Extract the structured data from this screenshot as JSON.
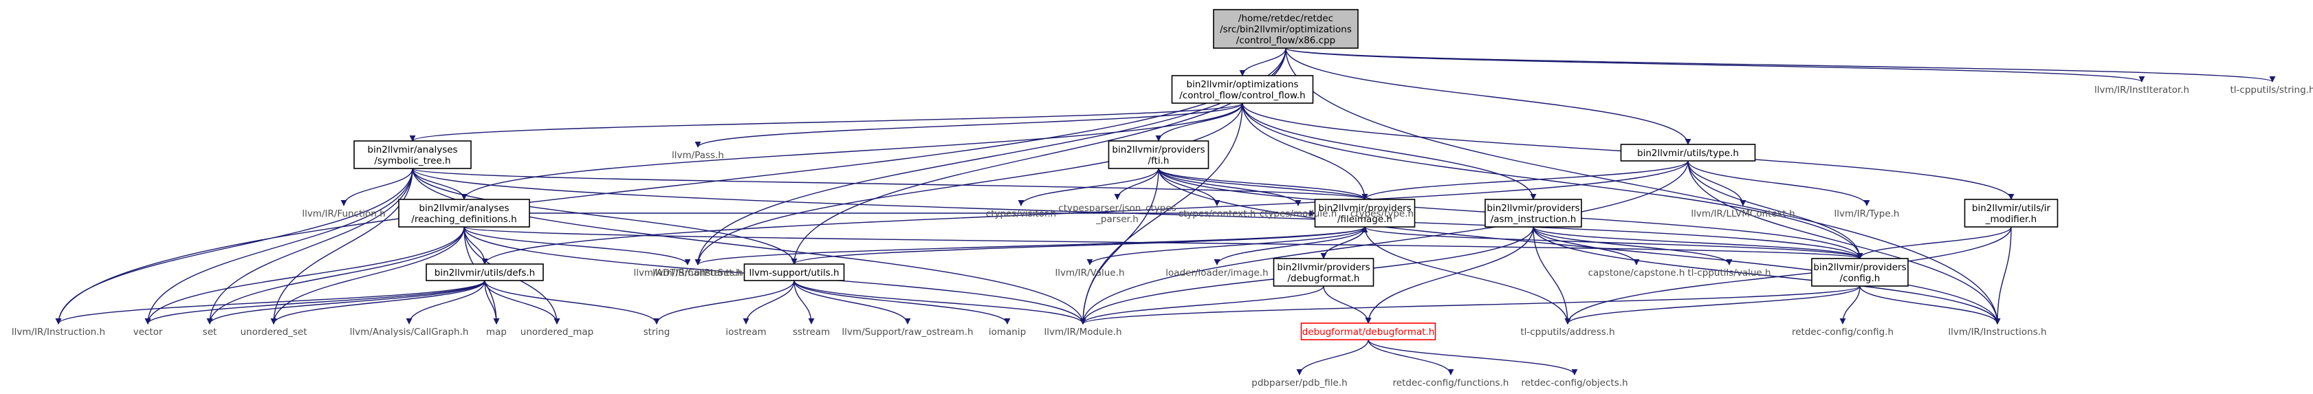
{
  "colors": {
    "edge": "#191970",
    "root_fill": "#bfbfbf",
    "red_node": "#ff0000",
    "external_text": "#4d4d4d"
  },
  "nodes": [
    {
      "id": "root",
      "lines": [
        "/home/retdec/retdec",
        "/src/bin2llvmir/optimizations",
        "/control_flow/x86.cpp"
      ],
      "style": "root"
    },
    {
      "id": "cf",
      "lines": [
        "bin2llvmir/optimizations",
        "/control_flow/control_flow.h"
      ],
      "style": "box"
    },
    {
      "id": "st",
      "lines": [
        "bin2llvmir/analyses",
        "/symbolic_tree.h"
      ],
      "style": "box"
    },
    {
      "id": "fti",
      "lines": [
        "bin2llvmir/providers",
        "/fti.h"
      ],
      "style": "box"
    },
    {
      "id": "type",
      "lines": [
        "bin2llvmir/utils/type.h"
      ],
      "style": "box"
    },
    {
      "id": "rd",
      "lines": [
        "bin2llvmir/analyses",
        "/reaching_definitions.h"
      ],
      "style": "box"
    },
    {
      "id": "fileimage",
      "lines": [
        "bin2llvmir/providers",
        "/fileimage.h"
      ],
      "style": "box"
    },
    {
      "id": "asm",
      "lines": [
        "bin2llvmir/providers",
        "/asm_instruction.h"
      ],
      "style": "box"
    },
    {
      "id": "irmod",
      "lines": [
        "bin2llvmir/utils/ir",
        "_modifier.h"
      ],
      "style": "box"
    },
    {
      "id": "defs",
      "lines": [
        "bin2llvmir/utils/defs.h"
      ],
      "style": "box"
    },
    {
      "id": "lsutils",
      "lines": [
        "llvm-support/utils.h"
      ],
      "style": "box"
    },
    {
      "id": "dbgprov",
      "lines": [
        "bin2llvmir/providers",
        "/debugformat.h"
      ],
      "style": "box"
    },
    {
      "id": "config",
      "lines": [
        "bin2llvmir/providers",
        "/config.h"
      ],
      "style": "box"
    },
    {
      "id": "dbgfmt",
      "lines": [
        "debugformat/debugformat.h"
      ],
      "style": "red"
    },
    {
      "id": "institer",
      "lines": [
        "llvm/IR/InstIterator.h"
      ],
      "style": "plain"
    },
    {
      "id": "tlstring",
      "lines": [
        "tl-cpputils/string.h"
      ],
      "style": "plain"
    },
    {
      "id": "pass",
      "lines": [
        "llvm/Pass.h"
      ],
      "style": "plain"
    },
    {
      "id": "function",
      "lines": [
        "llvm/IR/Function.h"
      ],
      "style": "plain"
    },
    {
      "id": "ctvisitor",
      "lines": [
        "ctypes/visitor.h"
      ],
      "style": "plain"
    },
    {
      "id": "ctjson",
      "lines": [
        "ctypesparser/json_ctypes",
        "_parser.h"
      ],
      "style": "plain"
    },
    {
      "id": "ctcontext",
      "lines": [
        "ctypes/context.h"
      ],
      "style": "plain"
    },
    {
      "id": "ctmodule",
      "lines": [
        "ctypes/module.h"
      ],
      "style": "plain"
    },
    {
      "id": "cttype",
      "lines": [
        "ctypes/type.h"
      ],
      "style": "plain"
    },
    {
      "id": "llvmctx",
      "lines": [
        "llvm/IR/LLVMContext.h"
      ],
      "style": "plain"
    },
    {
      "id": "irtype",
      "lines": [
        "llvm/IR/Type.h"
      ],
      "style": "plain"
    },
    {
      "id": "smallptr",
      "lines": [
        "llvm/ADT/SmallPtrSet.h"
      ],
      "style": "plain"
    },
    {
      "id": "constants",
      "lines": [
        "llvm/IR/Constants.h"
      ],
      "style": "plain"
    },
    {
      "id": "value",
      "lines": [
        "llvm/IR/Value.h"
      ],
      "style": "plain"
    },
    {
      "id": "loader",
      "lines": [
        "loader/loader/image.h"
      ],
      "style": "plain"
    },
    {
      "id": "capstone",
      "lines": [
        "capstone/capstone.h"
      ],
      "style": "plain"
    },
    {
      "id": "tlvalue",
      "lines": [
        "tl-cpputils/value.h"
      ],
      "style": "plain"
    },
    {
      "id": "instruction",
      "lines": [
        "llvm/IR/Instruction.h"
      ],
      "style": "plain"
    },
    {
      "id": "vector",
      "lines": [
        "vector"
      ],
      "style": "plain"
    },
    {
      "id": "set",
      "lines": [
        "set"
      ],
      "style": "plain"
    },
    {
      "id": "uset",
      "lines": [
        "unordered_set"
      ],
      "style": "plain"
    },
    {
      "id": "callgraph",
      "lines": [
        "llvm/Analysis/CallGraph.h"
      ],
      "style": "plain"
    },
    {
      "id": "map",
      "lines": [
        "map"
      ],
      "style": "plain"
    },
    {
      "id": "umap",
      "lines": [
        "unordered_map"
      ],
      "style": "plain"
    },
    {
      "id": "string",
      "lines": [
        "string"
      ],
      "style": "plain"
    },
    {
      "id": "iostream",
      "lines": [
        "iostream"
      ],
      "style": "plain"
    },
    {
      "id": "sstream",
      "lines": [
        "sstream"
      ],
      "style": "plain"
    },
    {
      "id": "rawostream",
      "lines": [
        "llvm/Support/raw_ostream.h"
      ],
      "style": "plain"
    },
    {
      "id": "iomanip",
      "lines": [
        "iomanip"
      ],
      "style": "plain"
    },
    {
      "id": "module",
      "lines": [
        "llvm/IR/Module.h"
      ],
      "style": "plain"
    },
    {
      "id": "address",
      "lines": [
        "tl-cpputils/address.h"
      ],
      "style": "plain"
    },
    {
      "id": "rdconfig",
      "lines": [
        "retdec-config/config.h"
      ],
      "style": "plain"
    },
    {
      "id": "instructions",
      "lines": [
        "llvm/IR/Instructions.h"
      ],
      "style": "plain"
    },
    {
      "id": "pdbfile",
      "lines": [
        "pdbparser/pdb_file.h"
      ],
      "style": "plain"
    },
    {
      "id": "rdfunctions",
      "lines": [
        "retdec-config/functions.h"
      ],
      "style": "plain"
    },
    {
      "id": "rdobjects",
      "lines": [
        "retdec-config/objects.h"
      ],
      "style": "plain"
    }
  ],
  "edges": [
    [
      "root",
      "cf"
    ],
    [
      "root",
      "type"
    ],
    [
      "root",
      "institer"
    ],
    [
      "root",
      "tlstring"
    ],
    [
      "root",
      "instructions"
    ],
    [
      "root",
      "instruction"
    ],
    [
      "root",
      "constants"
    ],
    [
      "root",
      "lsutils"
    ],
    [
      "cf",
      "st"
    ],
    [
      "cf",
      "fti"
    ],
    [
      "cf",
      "pass"
    ],
    [
      "cf",
      "fileimage"
    ],
    [
      "cf",
      "asm"
    ],
    [
      "cf",
      "irmod"
    ],
    [
      "cf",
      "config"
    ],
    [
      "cf",
      "constants"
    ],
    [
      "cf",
      "module"
    ],
    [
      "cf",
      "rd"
    ],
    [
      "st",
      "rd"
    ],
    [
      "st",
      "function"
    ],
    [
      "st",
      "fileimage"
    ],
    [
      "st",
      "config"
    ],
    [
      "st",
      "instruction"
    ],
    [
      "st",
      "vector"
    ],
    [
      "st",
      "set"
    ],
    [
      "st",
      "uset"
    ],
    [
      "st",
      "module"
    ],
    [
      "st",
      "lsutils"
    ],
    [
      "fti",
      "ctvisitor"
    ],
    [
      "fti",
      "ctjson"
    ],
    [
      "fti",
      "ctcontext"
    ],
    [
      "fti",
      "ctmodule"
    ],
    [
      "fti",
      "cttype"
    ],
    [
      "fti",
      "fileimage"
    ],
    [
      "fti",
      "config"
    ],
    [
      "fti",
      "instructions"
    ],
    [
      "fti",
      "module"
    ],
    [
      "type",
      "fileimage"
    ],
    [
      "type",
      "llvmctx"
    ],
    [
      "type",
      "irtype"
    ],
    [
      "type",
      "config"
    ],
    [
      "type",
      "defs"
    ],
    [
      "type",
      "module"
    ],
    [
      "type",
      "instructions"
    ],
    [
      "rd",
      "defs"
    ],
    [
      "rd",
      "smallptr"
    ],
    [
      "rd",
      "fileimage"
    ],
    [
      "rd",
      "config"
    ],
    [
      "rd",
      "vector"
    ],
    [
      "rd",
      "set"
    ],
    [
      "rd",
      "uset"
    ],
    [
      "rd",
      "map"
    ],
    [
      "rd",
      "umap"
    ],
    [
      "rd",
      "module"
    ],
    [
      "fileimage",
      "dbgprov"
    ],
    [
      "fileimage",
      "lsutils"
    ],
    [
      "fileimage",
      "constants"
    ],
    [
      "fileimage",
      "value"
    ],
    [
      "fileimage",
      "loader"
    ],
    [
      "fileimage",
      "address"
    ],
    [
      "fileimage",
      "config"
    ],
    [
      "dbgprov",
      "fileimage"
    ],
    [
      "dbgprov",
      "dbgfmt"
    ],
    [
      "dbgprov",
      "module"
    ],
    [
      "asm",
      "capstone"
    ],
    [
      "asm",
      "tlvalue"
    ],
    [
      "asm",
      "address"
    ],
    [
      "asm",
      "config"
    ],
    [
      "asm",
      "module"
    ],
    [
      "asm",
      "dbgfmt"
    ],
    [
      "asm",
      "instructions"
    ],
    [
      "irmod",
      "config"
    ],
    [
      "irmod",
      "address"
    ],
    [
      "irmod",
      "instructions"
    ],
    [
      "defs",
      "instruction"
    ],
    [
      "defs",
      "vector"
    ],
    [
      "defs",
      "set"
    ],
    [
      "defs",
      "uset"
    ],
    [
      "defs",
      "callgraph"
    ],
    [
      "defs",
      "map"
    ],
    [
      "defs",
      "umap"
    ],
    [
      "defs",
      "string"
    ],
    [
      "lsutils",
      "string"
    ],
    [
      "lsutils",
      "iostream"
    ],
    [
      "lsutils",
      "sstream"
    ],
    [
      "lsutils",
      "rawostream"
    ],
    [
      "lsutils",
      "iomanip"
    ],
    [
      "lsutils",
      "module"
    ],
    [
      "config",
      "rdconfig"
    ],
    [
      "config",
      "address"
    ],
    [
      "config",
      "module"
    ],
    [
      "config",
      "instructions"
    ],
    [
      "dbgfmt",
      "pdbfile"
    ],
    [
      "dbgfmt",
      "rdfunctions"
    ],
    [
      "dbgfmt",
      "rdobjects"
    ]
  ]
}
